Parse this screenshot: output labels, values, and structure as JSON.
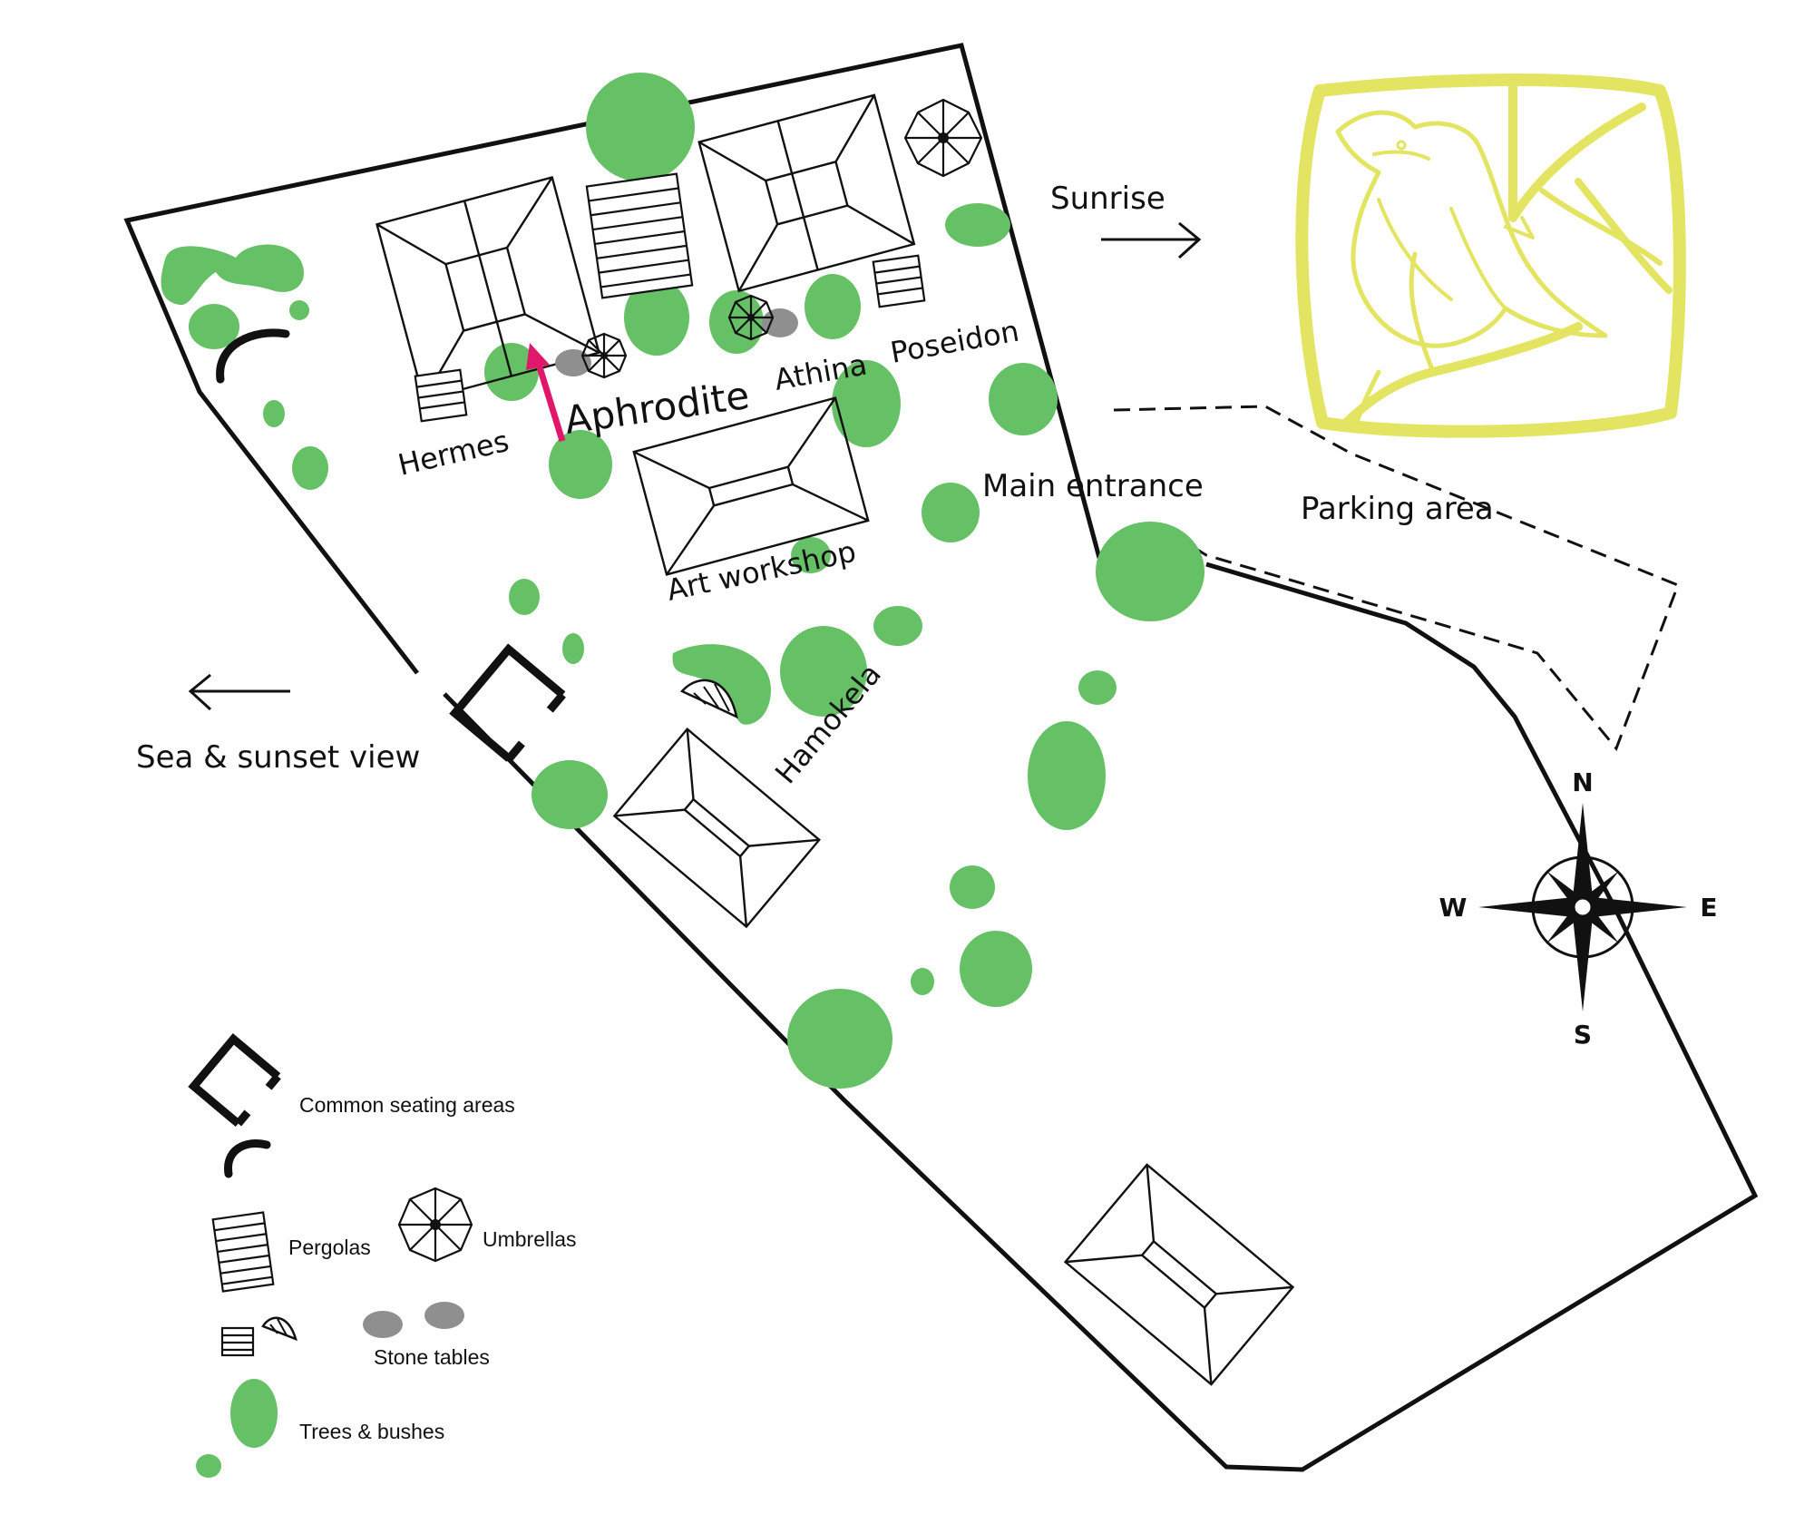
{
  "labels": {
    "aphrodite": "Aphrodite",
    "hermes": "Hermes",
    "athina": "Athina",
    "poseidon": "Poseidon",
    "art_workshop": "Art workshop",
    "hamokela": "Hamokela",
    "main_entrance": "Main entrance",
    "parking_area": "Parking area",
    "sunrise": "Sunrise",
    "sea_sunset": "Sea & sunset view"
  },
  "compass": {
    "n": "N",
    "s": "S",
    "e": "E",
    "w": "W"
  },
  "legend": {
    "seating": "Common seating areas",
    "pergolas": "Pergolas",
    "umbrellas": "Umbrellas",
    "stone_tables": "Stone tables",
    "trees": "Trees & bushes"
  },
  "colors": {
    "tree": "#66c066",
    "stone": "#8f8f8f",
    "logo": "#e3e562",
    "arrow": "#e0176b",
    "line": "#111111"
  },
  "icons": {
    "logo": "bird-on-branch-logo",
    "compass": "compass-rose-icon",
    "umbrella": "umbrella-icon",
    "pergola": "pergola-icon"
  }
}
